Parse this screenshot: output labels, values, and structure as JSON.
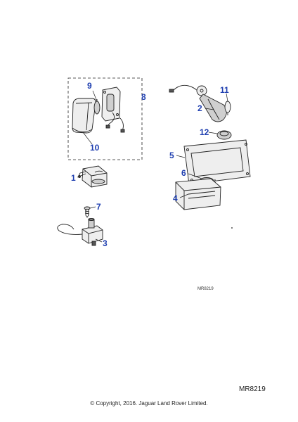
{
  "diagram": {
    "callouts": [
      {
        "label": "9"
      },
      {
        "label": "8"
      },
      {
        "label": "10"
      },
      {
        "label": "11"
      },
      {
        "label": "2"
      },
      {
        "label": "12"
      },
      {
        "label": "5"
      },
      {
        "label": "6"
      },
      {
        "label": "4"
      },
      {
        "label": "1"
      },
      {
        "label": "7"
      },
      {
        "label": "3"
      }
    ],
    "inner_reference": "MR8219"
  },
  "footer": {
    "reference_code": "MR8219",
    "copyright": "© Copyright, 2016. Jaguar Land Rover Limited."
  }
}
